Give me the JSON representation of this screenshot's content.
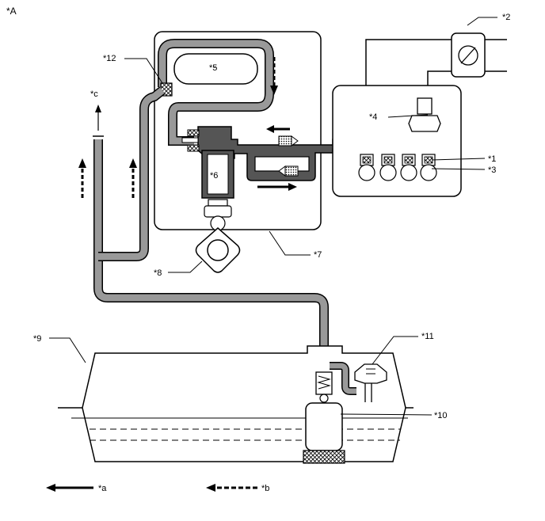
{
  "figure_label": "*A",
  "callouts": {
    "c1": "*1",
    "c2": "*2",
    "c3": "*3",
    "c4": "*4",
    "c5": "*5",
    "c6": "*6",
    "c7": "*7",
    "c8": "*8",
    "c9": "*9",
    "c10": "*10",
    "c11": "*11",
    "c12": "*12",
    "ca": "*a",
    "cb": "*b",
    "cc": "*c"
  }
}
